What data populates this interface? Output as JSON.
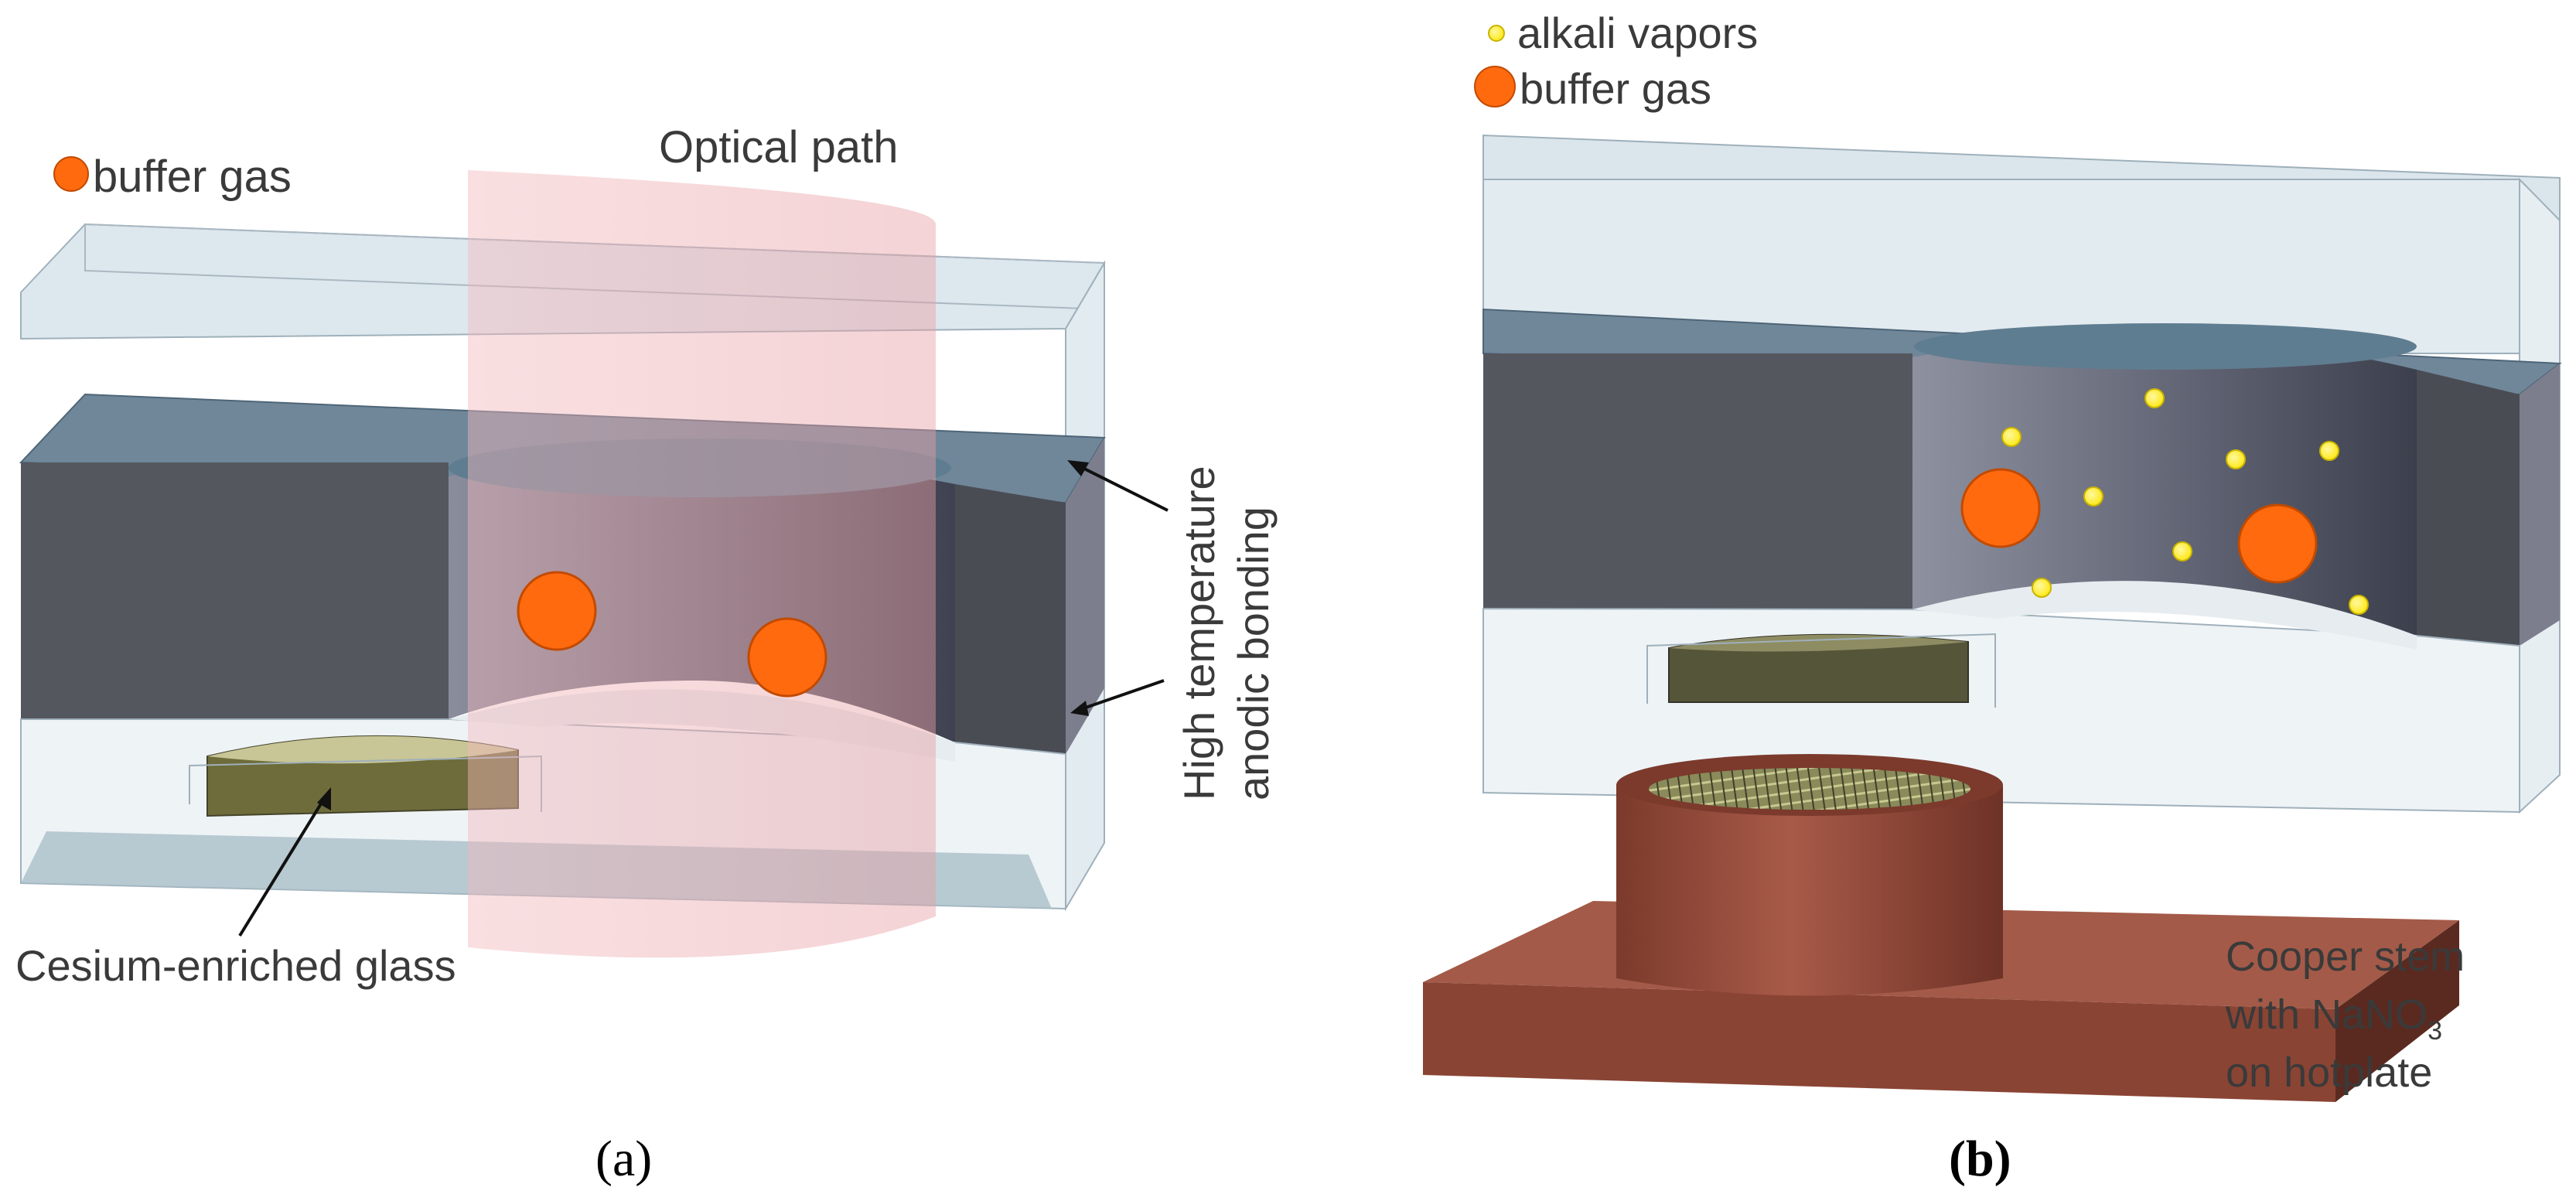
{
  "panel_a": {
    "legend_buffer_gas": "buffer gas",
    "optical_path": "Optical path",
    "bonding_line1": "High temperature",
    "bonding_line2": "anodic bonding",
    "cesium_glass": "Cesium-enriched glass",
    "caption": "(a)",
    "colors": {
      "buffer_gas": "#ff6a0e",
      "optical_path": "#e8a0a4",
      "silicon": "#55575f",
      "glass": "#c8d8e0",
      "cesium_glass": "#6e6c3a"
    }
  },
  "panel_b": {
    "legend_alkali": "alkali vapors",
    "legend_buffer_gas": "buffer gas",
    "stem_line1": "Cooper stem",
    "stem_line2_prefix": "with NaNO",
    "stem_line2_sub": "3",
    "stem_line3": "on hotplate",
    "caption": "(b)",
    "colors": {
      "alkali": "#ffee22",
      "buffer_gas": "#ff6a0e",
      "copper": "#9a5040",
      "silicon": "#55575f"
    }
  }
}
